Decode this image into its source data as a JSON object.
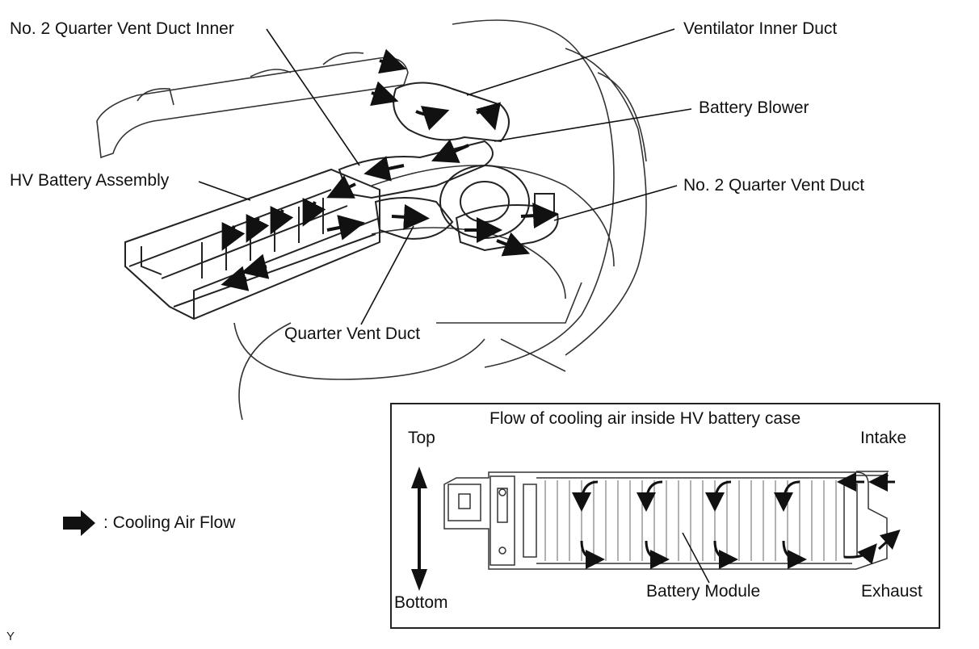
{
  "callouts": {
    "no2_quarter_vent_duct_inner": "No. 2 Quarter Vent Duct Inner",
    "ventilator_inner_duct": "Ventilator Inner Duct",
    "battery_blower": "Battery Blower",
    "hv_battery_assembly": "HV Battery Assembly",
    "no2_quarter_vent_duct": "No. 2 Quarter Vent Duct",
    "quarter_vent_duct": "Quarter Vent Duct"
  },
  "legend": {
    "icon": "arrow-right-icon",
    "text": ": Cooling Air Flow"
  },
  "inset": {
    "title": "Flow of cooling air inside HV battery case",
    "top": "Top",
    "bottom": "Bottom",
    "intake": "Intake",
    "exhaust": "Exhaust",
    "battery_module": "Battery Module"
  },
  "figure_code": "Y",
  "colors": {
    "line": "#222222",
    "arrow": "#111111",
    "background": "#ffffff"
  }
}
